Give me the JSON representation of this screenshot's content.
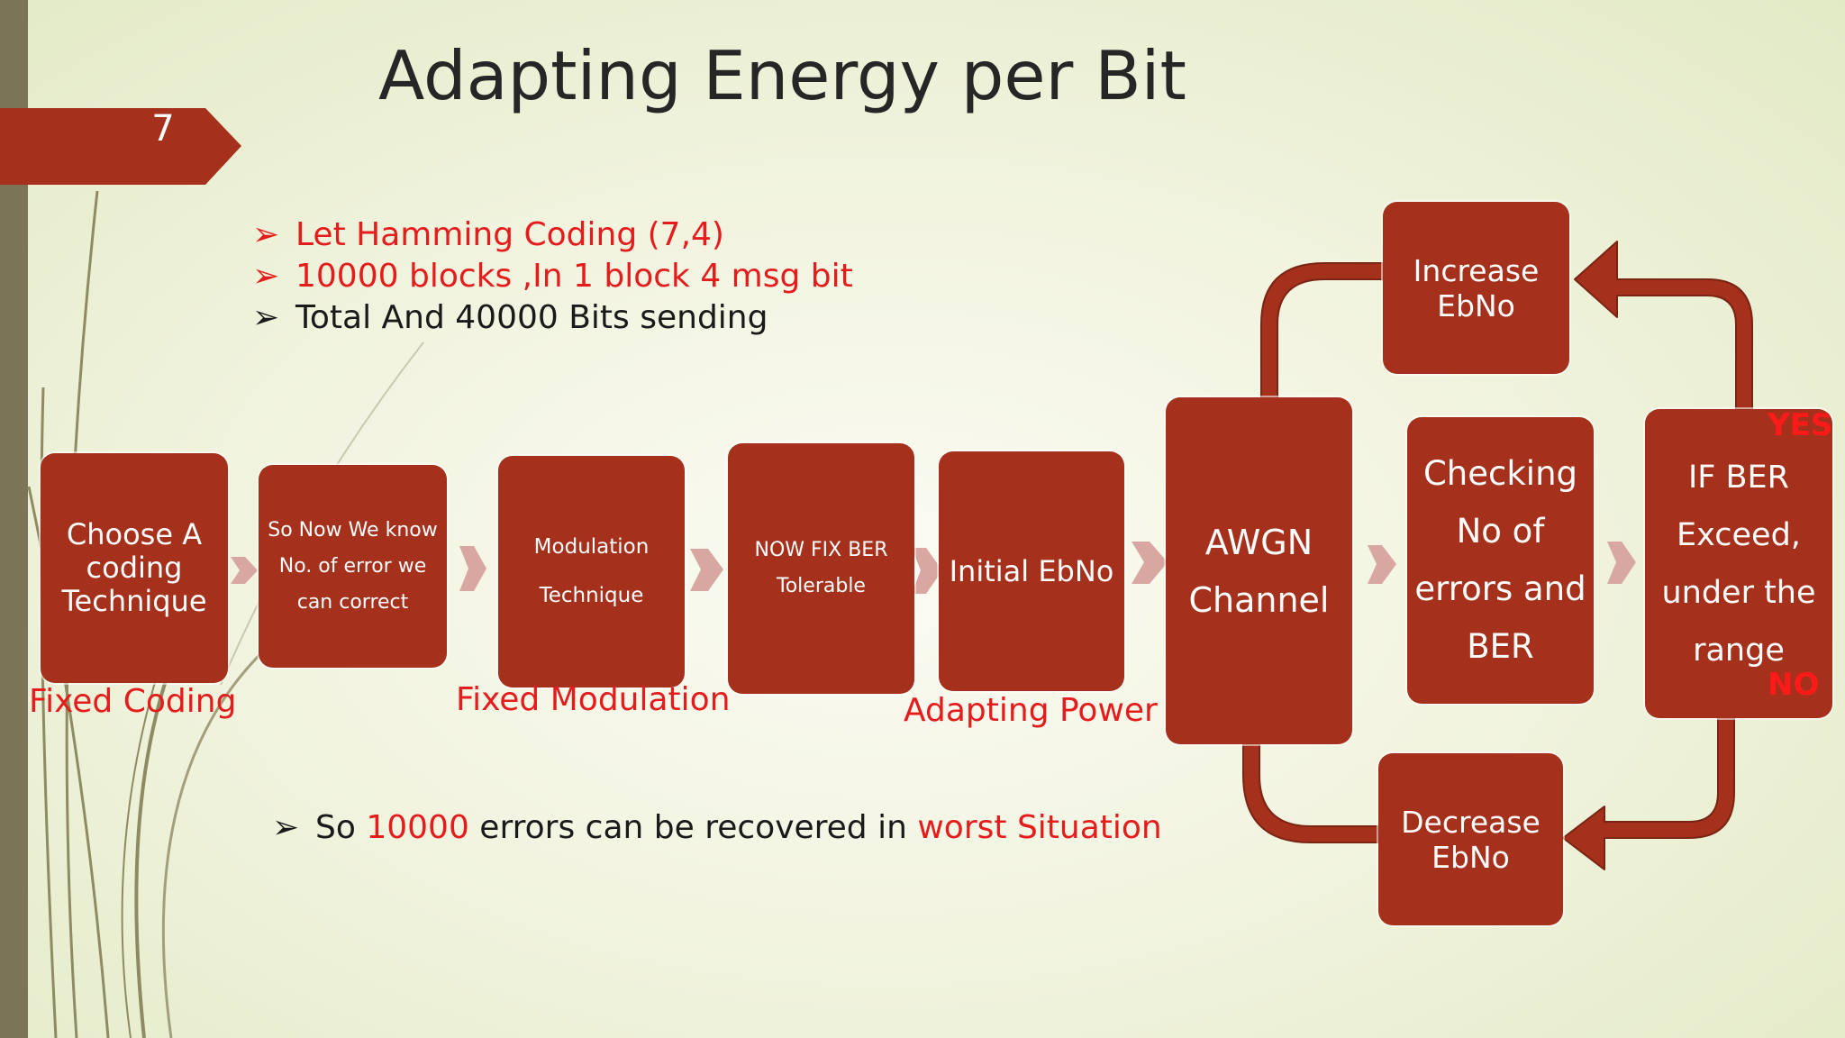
{
  "slide": {
    "number": "7",
    "title": "Adapting Energy per Bit"
  },
  "bullets": [
    {
      "marker": "➢",
      "text": "Let Hamming Coding (7,4)",
      "color": "#e51c1c"
    },
    {
      "marker": "➢",
      "text": "10000 blocks ,In 1 block 4 msg bit",
      "color": "#e51c1c"
    },
    {
      "marker": "➢",
      "text": "Total And 40000 Bits sending",
      "color": "#1a1a1a"
    }
  ],
  "note": {
    "marker": "➢",
    "part1": "So ",
    "part2": "10000",
    "part3": " errors can be recovered in ",
    "part4": "worst Situation"
  },
  "boxes": {
    "coding": "Choose A\ncoding\nTechnique",
    "errors": "So Now We know\nNo. of error we\ncan correct",
    "modulation": "Modulation\n\nTechnique",
    "ber_fix": "NOW FIX BER\nTolerable",
    "initial": "Initial EbNo",
    "awgn": "AWGN\nChannel",
    "checking": "Checking\nNo of\nerrors and\nBER",
    "if_ber": "IF BER\nExceed,\nunder the\nrange",
    "increase": "Increase\nEbNo",
    "decrease": "Decrease\nEbNo"
  },
  "labels": {
    "fixed_coding": "Fixed Coding",
    "fixed_modulation": "Fixed Modulation",
    "adapting_power": "Adapting Power",
    "yes": "YES",
    "no": "NO"
  },
  "colors": {
    "box": "#a5301c",
    "accent_red": "#e51c1c",
    "tab": "#a5301c",
    "chevron": "#d9a7a1"
  }
}
